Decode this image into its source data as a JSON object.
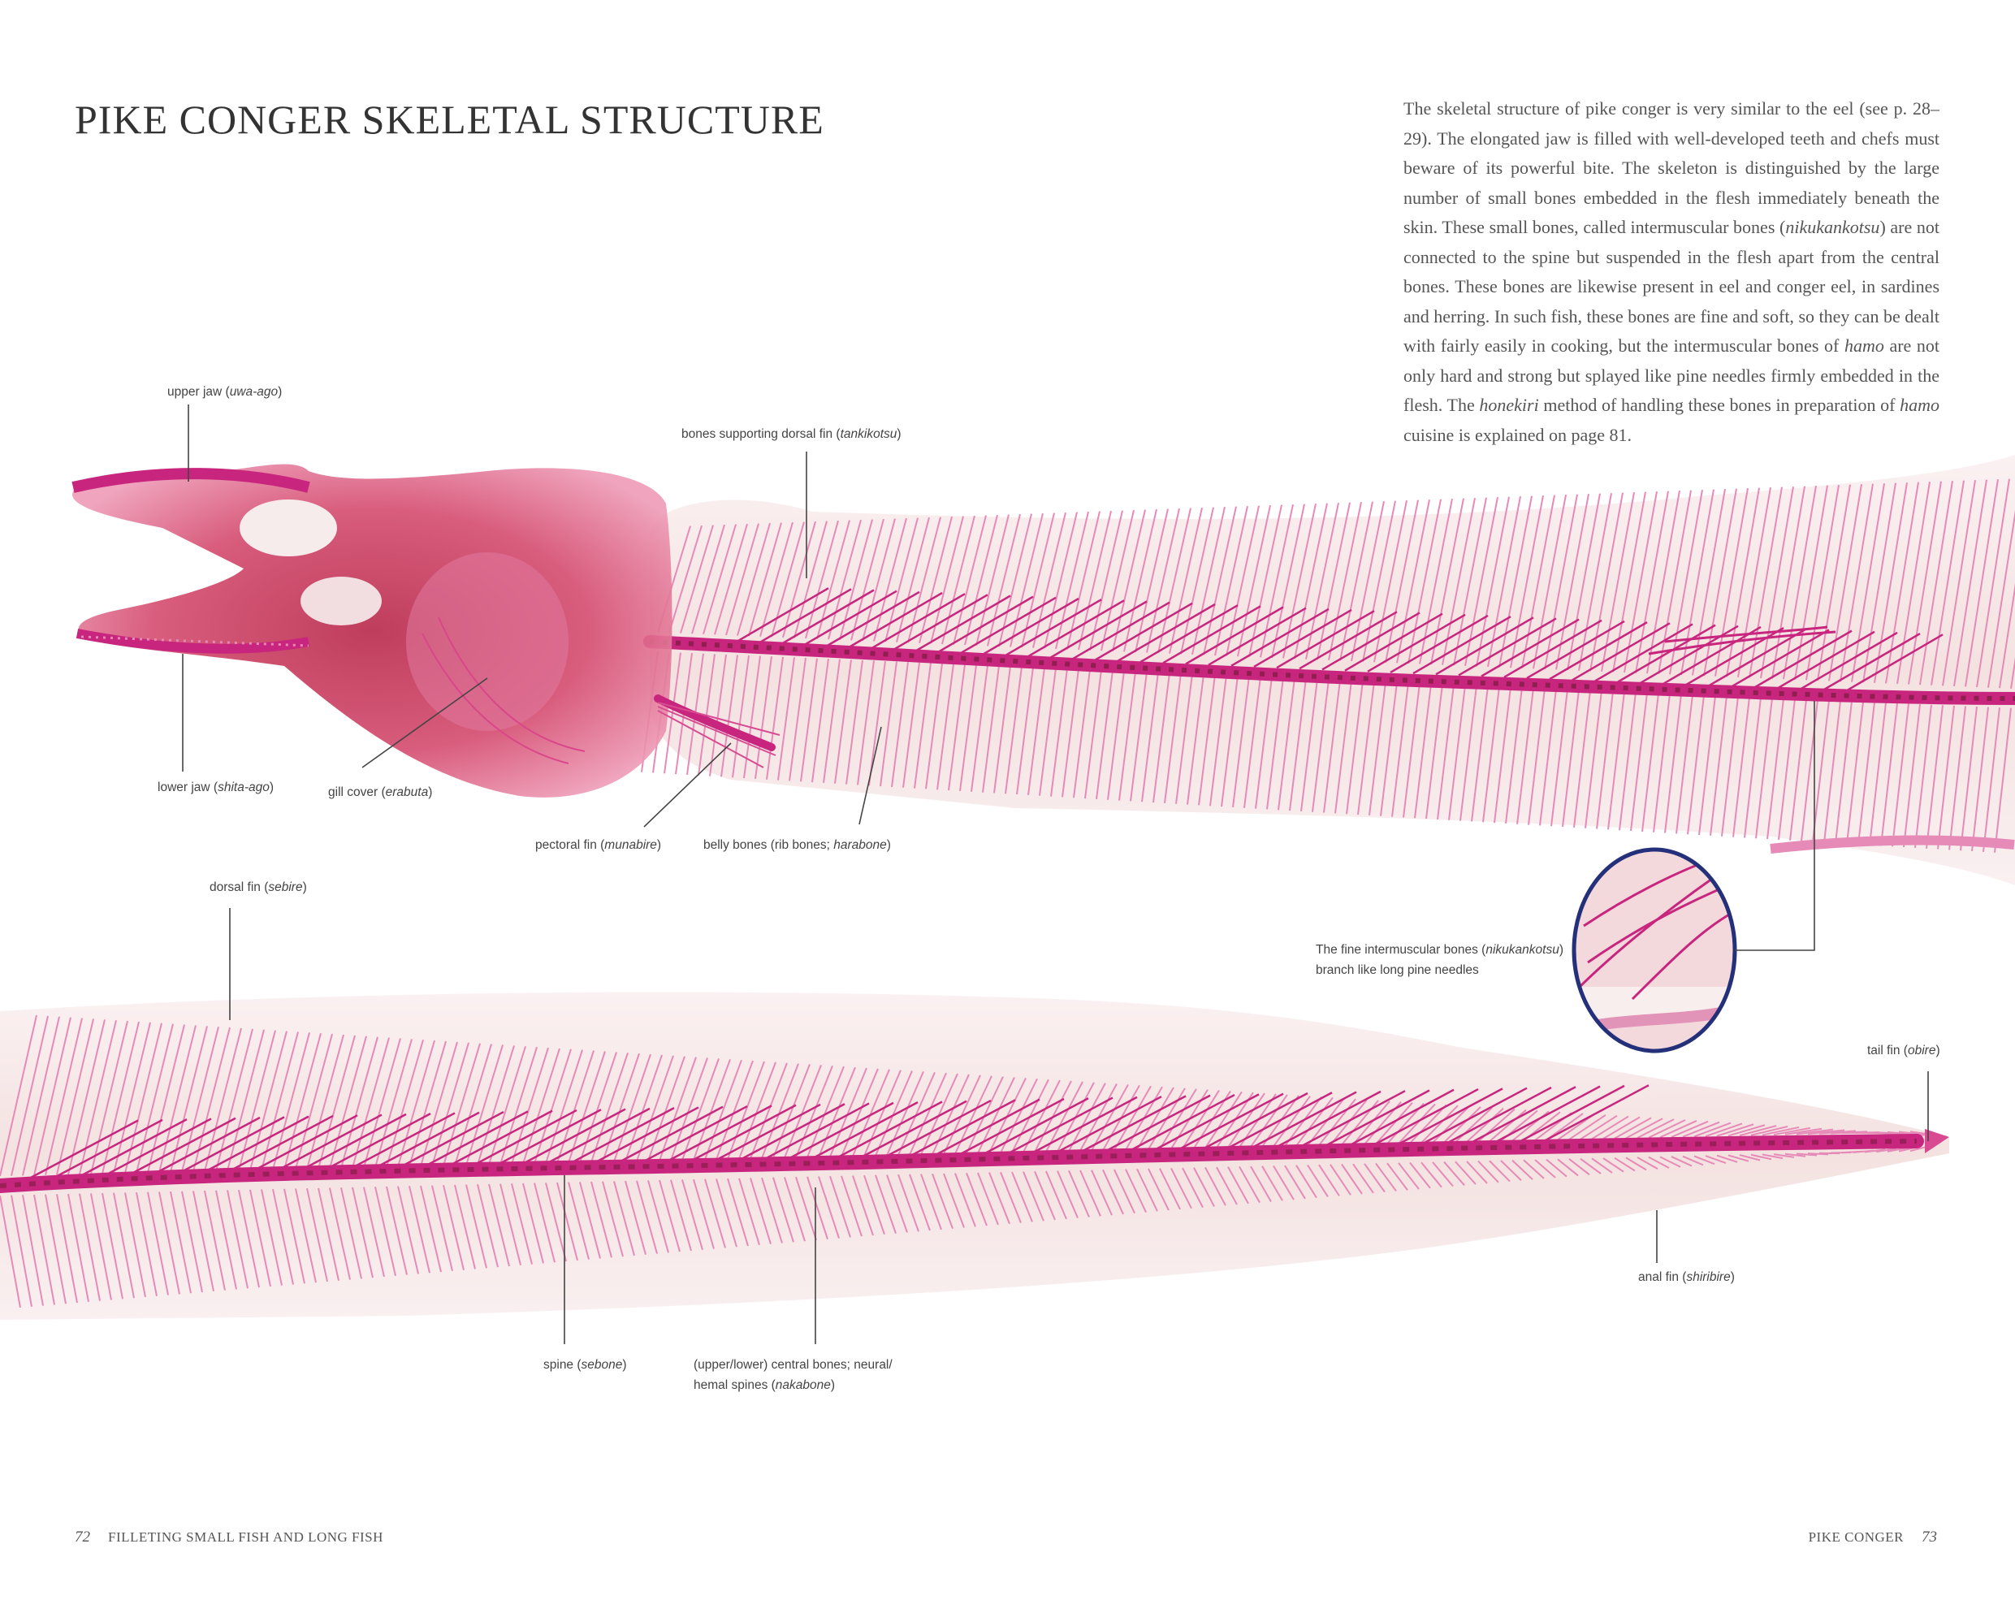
{
  "title": "PIKE CONGER SKELETAL STRUCTURE",
  "intro": {
    "p1": "The skeletal structure of pike conger is very similar to the eel (see p. 28–29). The elongated jaw is filled with well-developed teeth and chefs must beware of its powerful bite. The skeleton is distinguished by the large number of small bones embedded in the flesh immediately beneath the skin. These small bones, called intermuscular bones (",
    "term1": "nikukankotsu",
    "p2": ") are not connected to the spine but suspended in the flesh apart from the central bones. These bones are likewise present in eel and conger eel, in sardines and herring. In such fish, these bones are fine and soft, so they can be dealt with fairly easily in cooking, but the intermuscular bones of ",
    "term2": "hamo",
    "p3": " are not only hard and strong but splayed like pine needles firmly embedded in the flesh. The ",
    "term3": "honekiri",
    "p4": " method of handling these bones in preparation of ",
    "term4": "hamo",
    "p5": " cuisine is explained on page 81."
  },
  "labels": {
    "upper_jaw": {
      "text": "upper jaw (",
      "term": "uwa-ago",
      "end": ")"
    },
    "dorsal_support": {
      "text": "bones supporting dorsal fin (",
      "term": "tankikotsu",
      "end": ")"
    },
    "lower_jaw": {
      "text": "lower jaw (",
      "term": "shita-ago",
      "end": ")"
    },
    "gill_cover": {
      "text": "gill cover (",
      "term": "erabuta",
      "end": ")"
    },
    "pectoral_fin": {
      "text": "pectoral fin (",
      "term": "munabire",
      "end": ")"
    },
    "belly_bones": {
      "text": "belly bones (rib bones; ",
      "term": "harabone",
      "end": ")"
    },
    "dorsal_fin": {
      "text": "dorsal fin (",
      "term": "sebire",
      "end": ")"
    },
    "intermuscular": {
      "line1": "The fine intermuscular bones (",
      "term": "nikukankotsu",
      "end": ")",
      "line2": "branch like long pine needles"
    },
    "tail_fin": {
      "text": "tail fin (",
      "term": "obire",
      "end": ")"
    },
    "anal_fin": {
      "text": "anal fin (",
      "term": "shiribire",
      "end": ")"
    },
    "spine": {
      "text": "spine (",
      "term": "sebone",
      "end": ")"
    },
    "central_bones": {
      "line1": "(upper/lower) central bones; neural/",
      "line2": "hemal spines (",
      "term": "nakabone",
      "end": ")"
    }
  },
  "footer": {
    "left_page": "72",
    "left_text": "FILLETING SMALL FISH AND LONG FISH",
    "right_text": "PIKE CONGER",
    "right_page": "73"
  },
  "colors": {
    "bone": "#c8267e",
    "bone_light": "#e68ab8",
    "flesh": "#f5e9e6",
    "circle_border": "#24307a"
  }
}
